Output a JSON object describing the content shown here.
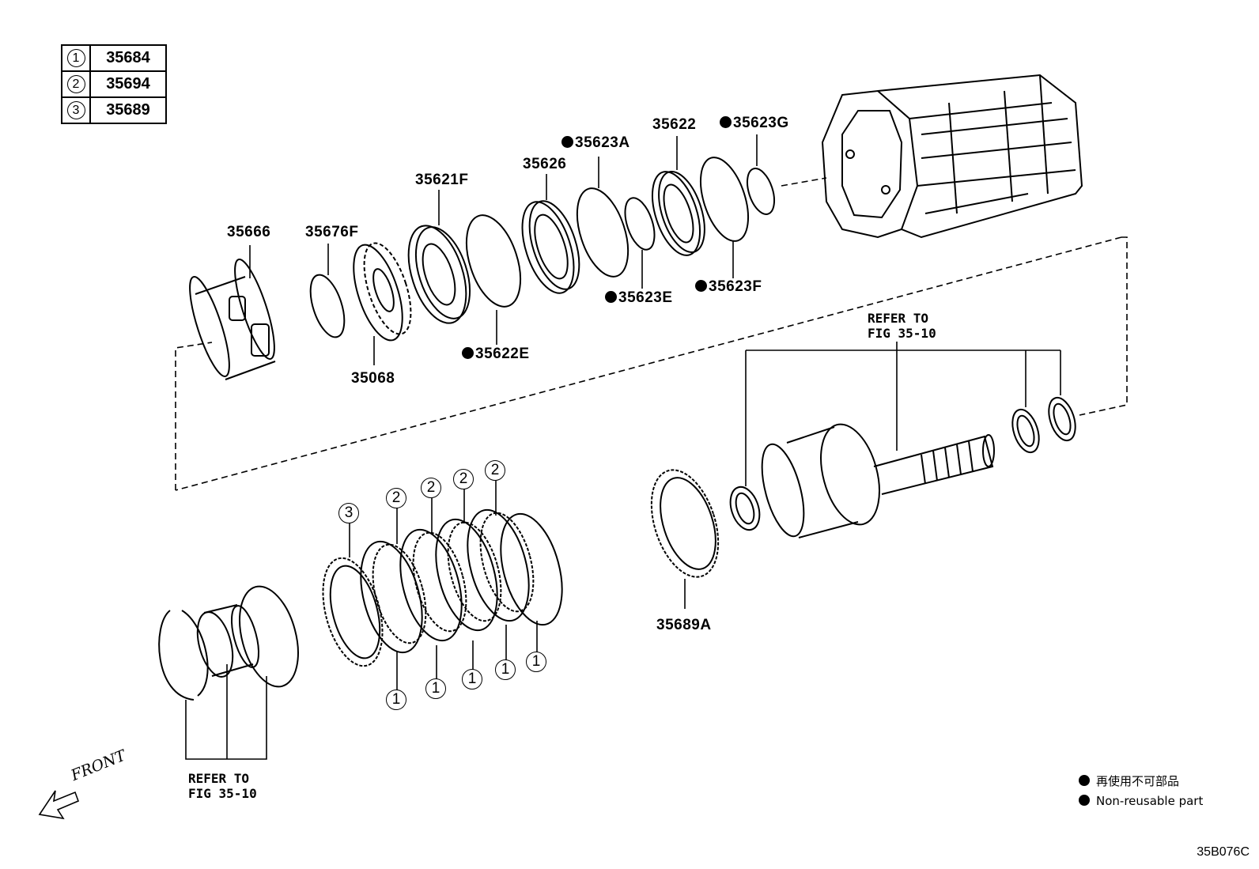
{
  "legend": [
    {
      "key": "1",
      "part": "35684"
    },
    {
      "key": "2",
      "part": "35694"
    },
    {
      "key": "3",
      "part": "35689"
    }
  ],
  "parts": {
    "p35666": "35666",
    "p35676f": "35676F",
    "p35068": "35068",
    "p35621f": "35621F",
    "p35622e": "35622E",
    "p35626": "35626",
    "p35623a": "35623A",
    "p35623e": "35623E",
    "p35622": "35622",
    "p35623f": "35623F",
    "p35623g": "35623G",
    "p35689a": "35689A"
  },
  "refer_upper": "REFER TO\nFIG 35-10",
  "refer_lower": "REFER TO\nFIG 35-10",
  "callouts": {
    "c3": "3",
    "c2a": "2",
    "c2b": "2",
    "c2c": "2",
    "c2d": "2",
    "c1a": "1",
    "c1b": "1",
    "c1c": "1",
    "c1d": "1",
    "c1e": "1"
  },
  "notes": {
    "jp": "再使用不可部品",
    "en": "Non-reusable part"
  },
  "front": "FRONT",
  "drawing_code": "35B076C"
}
